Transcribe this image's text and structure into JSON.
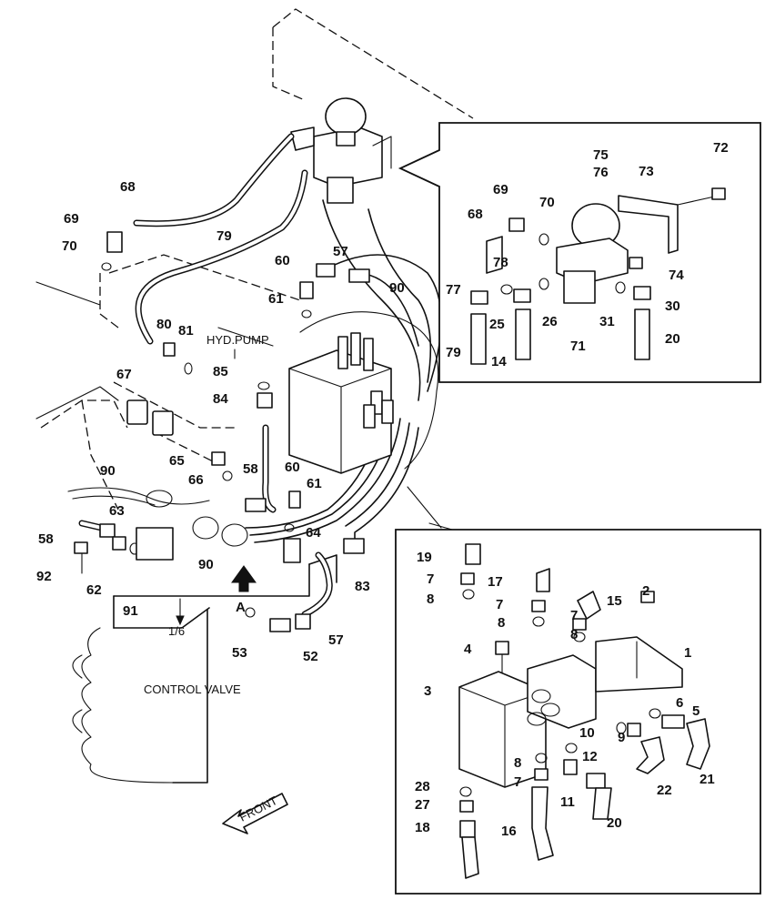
{
  "diagram": {
    "labels": {
      "hyd_pump": "HYD.PUMP",
      "control_valve": "CONTROL VALVE",
      "front": "FRONT",
      "view_a": "A",
      "fraction": "1/6"
    },
    "main_parts": [
      {
        "id": "p68",
        "text": "68"
      },
      {
        "id": "p69",
        "text": "69"
      },
      {
        "id": "p70",
        "text": "70"
      },
      {
        "id": "p79",
        "text": "79"
      },
      {
        "id": "p60",
        "text": "60"
      },
      {
        "id": "p57",
        "text": "57"
      },
      {
        "id": "p90",
        "text": "90"
      },
      {
        "id": "p61",
        "text": "61"
      },
      {
        "id": "p80",
        "text": "80"
      },
      {
        "id": "p81",
        "text": "81"
      },
      {
        "id": "p85",
        "text": "85"
      },
      {
        "id": "p67",
        "text": "67"
      },
      {
        "id": "p84",
        "text": "84"
      },
      {
        "id": "p65",
        "text": "65"
      },
      {
        "id": "p66",
        "text": "66"
      },
      {
        "id": "p90b",
        "text": "90"
      },
      {
        "id": "p58",
        "text": "58"
      },
      {
        "id": "p60b",
        "text": "60"
      },
      {
        "id": "p61b",
        "text": "61"
      },
      {
        "id": "p63",
        "text": "63"
      },
      {
        "id": "p64",
        "text": "64"
      },
      {
        "id": "p58b",
        "text": "58"
      },
      {
        "id": "p92",
        "text": "92"
      },
      {
        "id": "p62",
        "text": "62"
      },
      {
        "id": "p90c",
        "text": "90"
      },
      {
        "id": "p83",
        "text": "83"
      },
      {
        "id": "p91",
        "text": "91"
      },
      {
        "id": "p57b",
        "text": "57"
      },
      {
        "id": "p53",
        "text": "53"
      },
      {
        "id": "p52",
        "text": "52"
      }
    ],
    "upper_inset_parts": [
      {
        "id": "u75",
        "text": "75"
      },
      {
        "id": "u76",
        "text": "76"
      },
      {
        "id": "u72",
        "text": "72"
      },
      {
        "id": "u73",
        "text": "73"
      },
      {
        "id": "u69",
        "text": "69"
      },
      {
        "id": "u70",
        "text": "70"
      },
      {
        "id": "u68",
        "text": "68"
      },
      {
        "id": "u78",
        "text": "78"
      },
      {
        "id": "u74",
        "text": "74"
      },
      {
        "id": "u77",
        "text": "77"
      },
      {
        "id": "u25",
        "text": "25"
      },
      {
        "id": "u26",
        "text": "26"
      },
      {
        "id": "u31",
        "text": "31"
      },
      {
        "id": "u30",
        "text": "30"
      },
      {
        "id": "u79",
        "text": "79"
      },
      {
        "id": "u14",
        "text": "14"
      },
      {
        "id": "u71",
        "text": "71"
      },
      {
        "id": "u20",
        "text": "20"
      }
    ],
    "lower_inset_parts": [
      {
        "id": "l19",
        "text": "19"
      },
      {
        "id": "l7a",
        "text": "7"
      },
      {
        "id": "l17",
        "text": "17"
      },
      {
        "id": "l8a",
        "text": "8"
      },
      {
        "id": "l7b",
        "text": "7"
      },
      {
        "id": "l15",
        "text": "15"
      },
      {
        "id": "l2",
        "text": "2"
      },
      {
        "id": "l8b",
        "text": "8"
      },
      {
        "id": "l7c",
        "text": "7"
      },
      {
        "id": "l8c",
        "text": "8"
      },
      {
        "id": "l4",
        "text": "4"
      },
      {
        "id": "l1",
        "text": "1"
      },
      {
        "id": "l3",
        "text": "3"
      },
      {
        "id": "l6",
        "text": "6"
      },
      {
        "id": "l5",
        "text": "5"
      },
      {
        "id": "l10",
        "text": "10"
      },
      {
        "id": "l9",
        "text": "9"
      },
      {
        "id": "l12",
        "text": "12"
      },
      {
        "id": "l8d",
        "text": "8"
      },
      {
        "id": "l7d",
        "text": "7"
      },
      {
        "id": "l22",
        "text": "22"
      },
      {
        "id": "l21",
        "text": "21"
      },
      {
        "id": "l28",
        "text": "28"
      },
      {
        "id": "l11",
        "text": "11"
      },
      {
        "id": "l27",
        "text": "27"
      },
      {
        "id": "l20",
        "text": "20"
      },
      {
        "id": "l18",
        "text": "18"
      },
      {
        "id": "l16",
        "text": "16"
      }
    ]
  }
}
